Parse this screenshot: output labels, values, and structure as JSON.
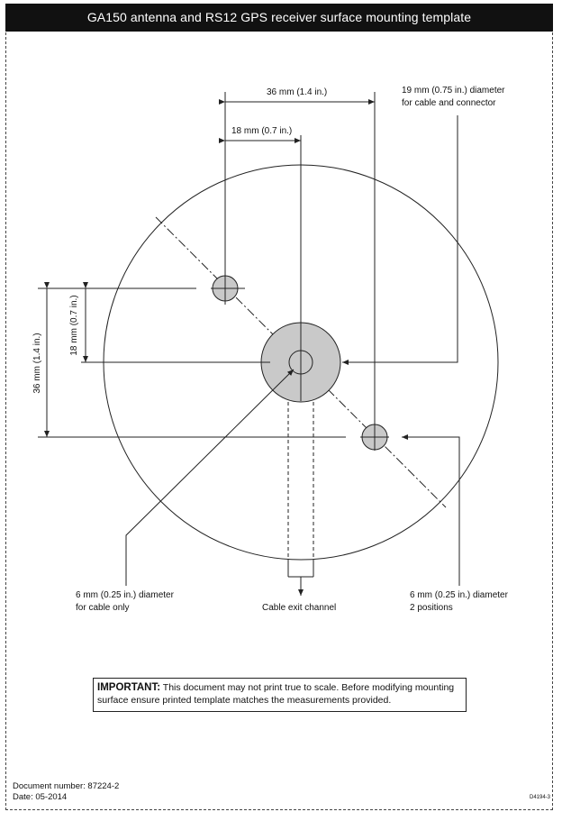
{
  "header": {
    "title": "GA150 antenna and RS12 GPS receiver surface mounting template"
  },
  "dimensions": {
    "horiz_36": "36 mm (1.4 in.)",
    "horiz_18": "18 mm (0.7 in.)",
    "vert_36": "36 mm (1.4 in.)",
    "vert_18": "18 mm (0.7 in.)"
  },
  "callouts": {
    "center_hole": [
      "19 mm (0.75 in.) diameter",
      "for cable and connector"
    ],
    "small_hole": [
      "6 mm (0.25 in.) diameter",
      "for cable only"
    ],
    "cable_exit": "Cable exit channel",
    "two_positions": [
      "6 mm (0.25 in.) diameter",
      "2 positions"
    ]
  },
  "notice": {
    "heading": "IMPORTANT:",
    "body": "This document may not print true to scale. Before modifying mounting surface ensure printed template matches the measurements provided."
  },
  "footer": {
    "document_number": "Document number: 87224-2",
    "date": "Date: 05-2014",
    "drawing_code": "D4194-3"
  },
  "colors": {
    "hole_fill": "#c9c9c9",
    "header_bg": "#111111",
    "line": "#222222"
  }
}
